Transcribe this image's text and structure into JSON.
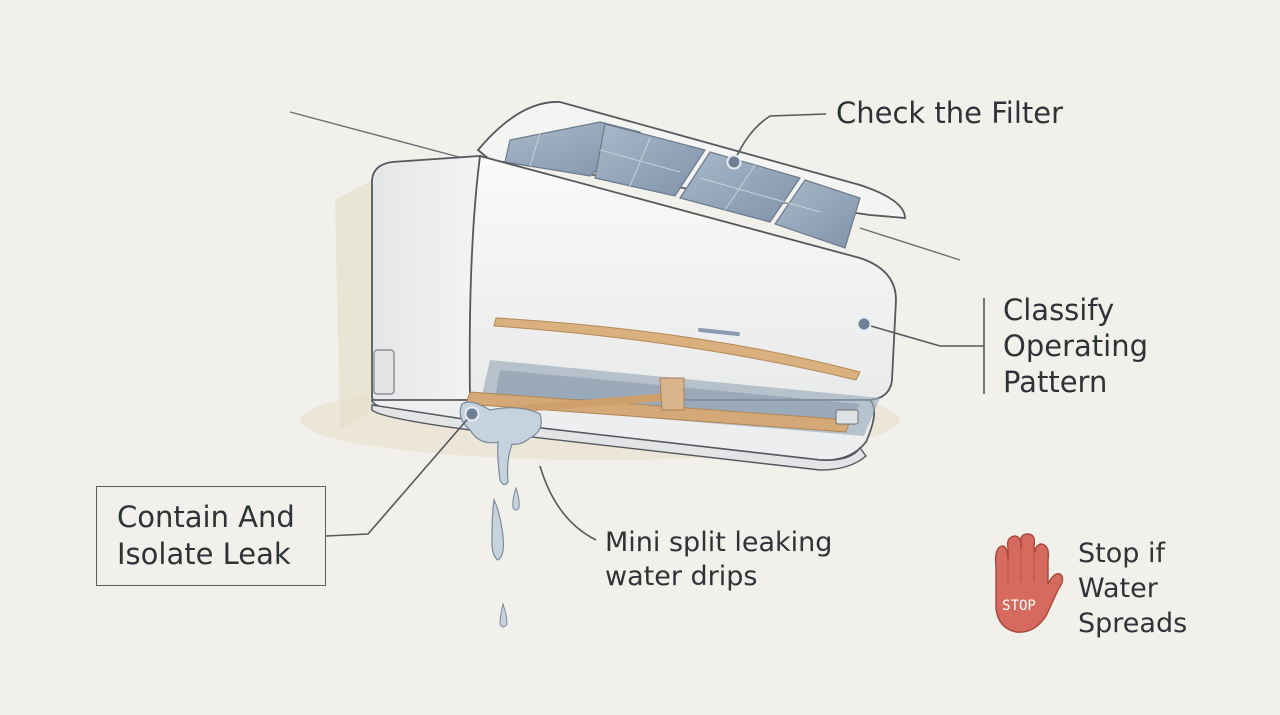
{
  "diagram": {
    "labels": {
      "filter": "Check the Filter",
      "classify": [
        "Classify",
        "Operating",
        "Pattern"
      ],
      "contain": [
        "Contain And",
        "Isolate Leak"
      ],
      "drips": [
        "Mini split leaking",
        "water drips"
      ],
      "stop": [
        "Stop if",
        "Water",
        "Spreads"
      ]
    },
    "stop_sign_text": "STOP",
    "colors": {
      "background": "#f2f0eb",
      "unit_body": "#f6f6f4",
      "outline": "#55585c",
      "filter_mesh": "#8ea2b8",
      "copper_pipe": "#d9b07e",
      "water": "#c4d2de",
      "stop_hand": "#d76a5e",
      "text": "#2f3236"
    },
    "icons": [
      "mini-split-unit-illustration",
      "water-drip-icon",
      "stop-hand-icon"
    ]
  }
}
